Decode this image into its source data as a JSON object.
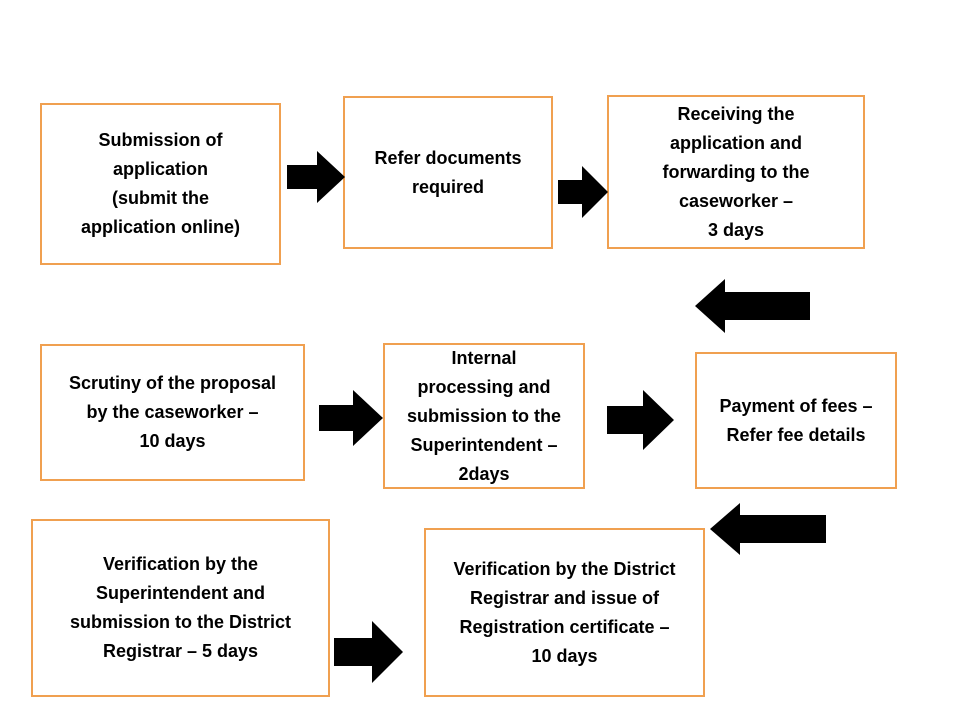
{
  "steps": [
    {
      "text": "Submission of\napplication\n(submit the\napplication online)"
    },
    {
      "text": "Refer documents\nrequired"
    },
    {
      "text": "Receiving the\napplication and\nforwarding to the\ncaseworker  –\n   3 days"
    },
    {
      "text": "Payment of fees –\nRefer fee details"
    },
    {
      "text": "Internal\nprocessing and\nsubmission to the\nSuperintendent –\n2days"
    },
    {
      "text": "Scrutiny of the proposal\nby the  caseworker  –\n10 days"
    },
    {
      "text": "Verification by the\nSuperintendent and\nsubmission to the District\nRegistrar –  5 days"
    },
    {
      "text": "Verification by the District\nRegistrar and issue of\nRegistration certificate –\n10 days"
    }
  ],
  "colors": {
    "box_border": "#f0a050",
    "arrow": "#000000"
  },
  "arrow_icon": "block-arrow-icon"
}
